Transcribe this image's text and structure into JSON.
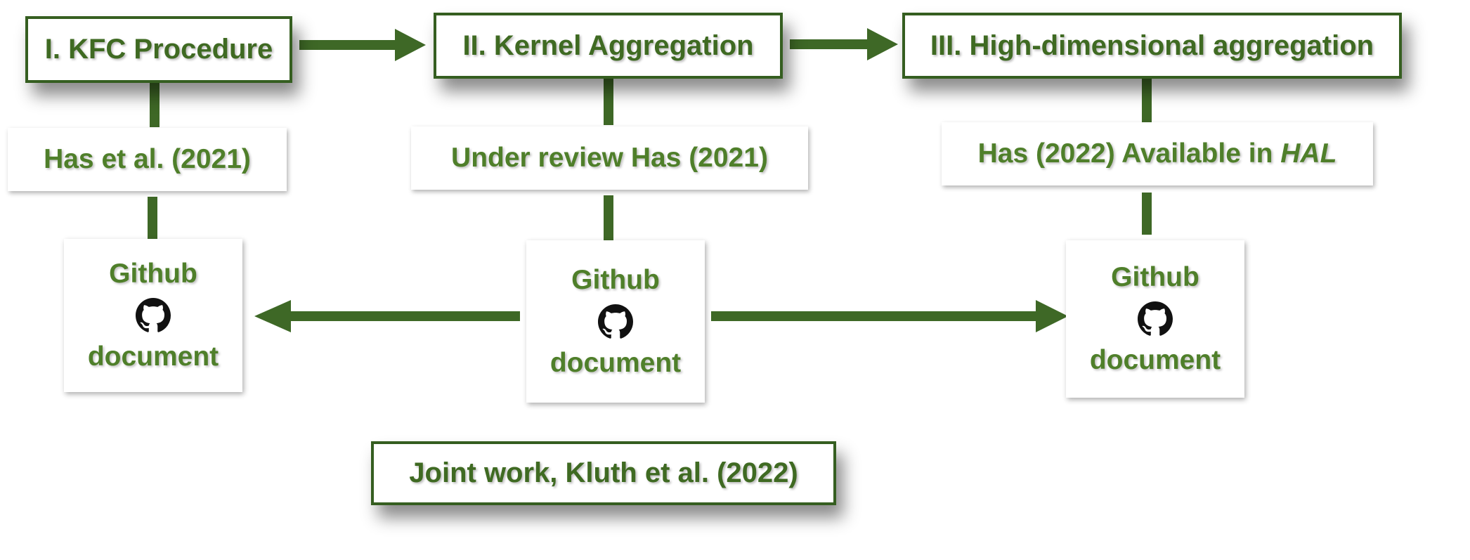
{
  "colors": {
    "accent": "#3e6826",
    "text": "#4f7f2a",
    "border": "#355e20"
  },
  "stages": [
    {
      "title": "I. KFC Procedure",
      "reference": "Has et al. (2021)",
      "github_label": "Github",
      "github_icon": "github-icon",
      "doc_label": "document"
    },
    {
      "title": "II. Kernel Aggregation",
      "reference": "Under review Has (2021)",
      "github_label": "Github",
      "github_icon": "github-icon",
      "doc_label": "document"
    },
    {
      "title": "III. High-dimensional aggregation",
      "reference_prefix": "Has (2022) Available in ",
      "reference_italic": "HAL",
      "github_label": "Github",
      "github_icon": "github-icon",
      "doc_label": "document"
    }
  ],
  "joint_work": "Joint work, Kluth et al. (2022)"
}
